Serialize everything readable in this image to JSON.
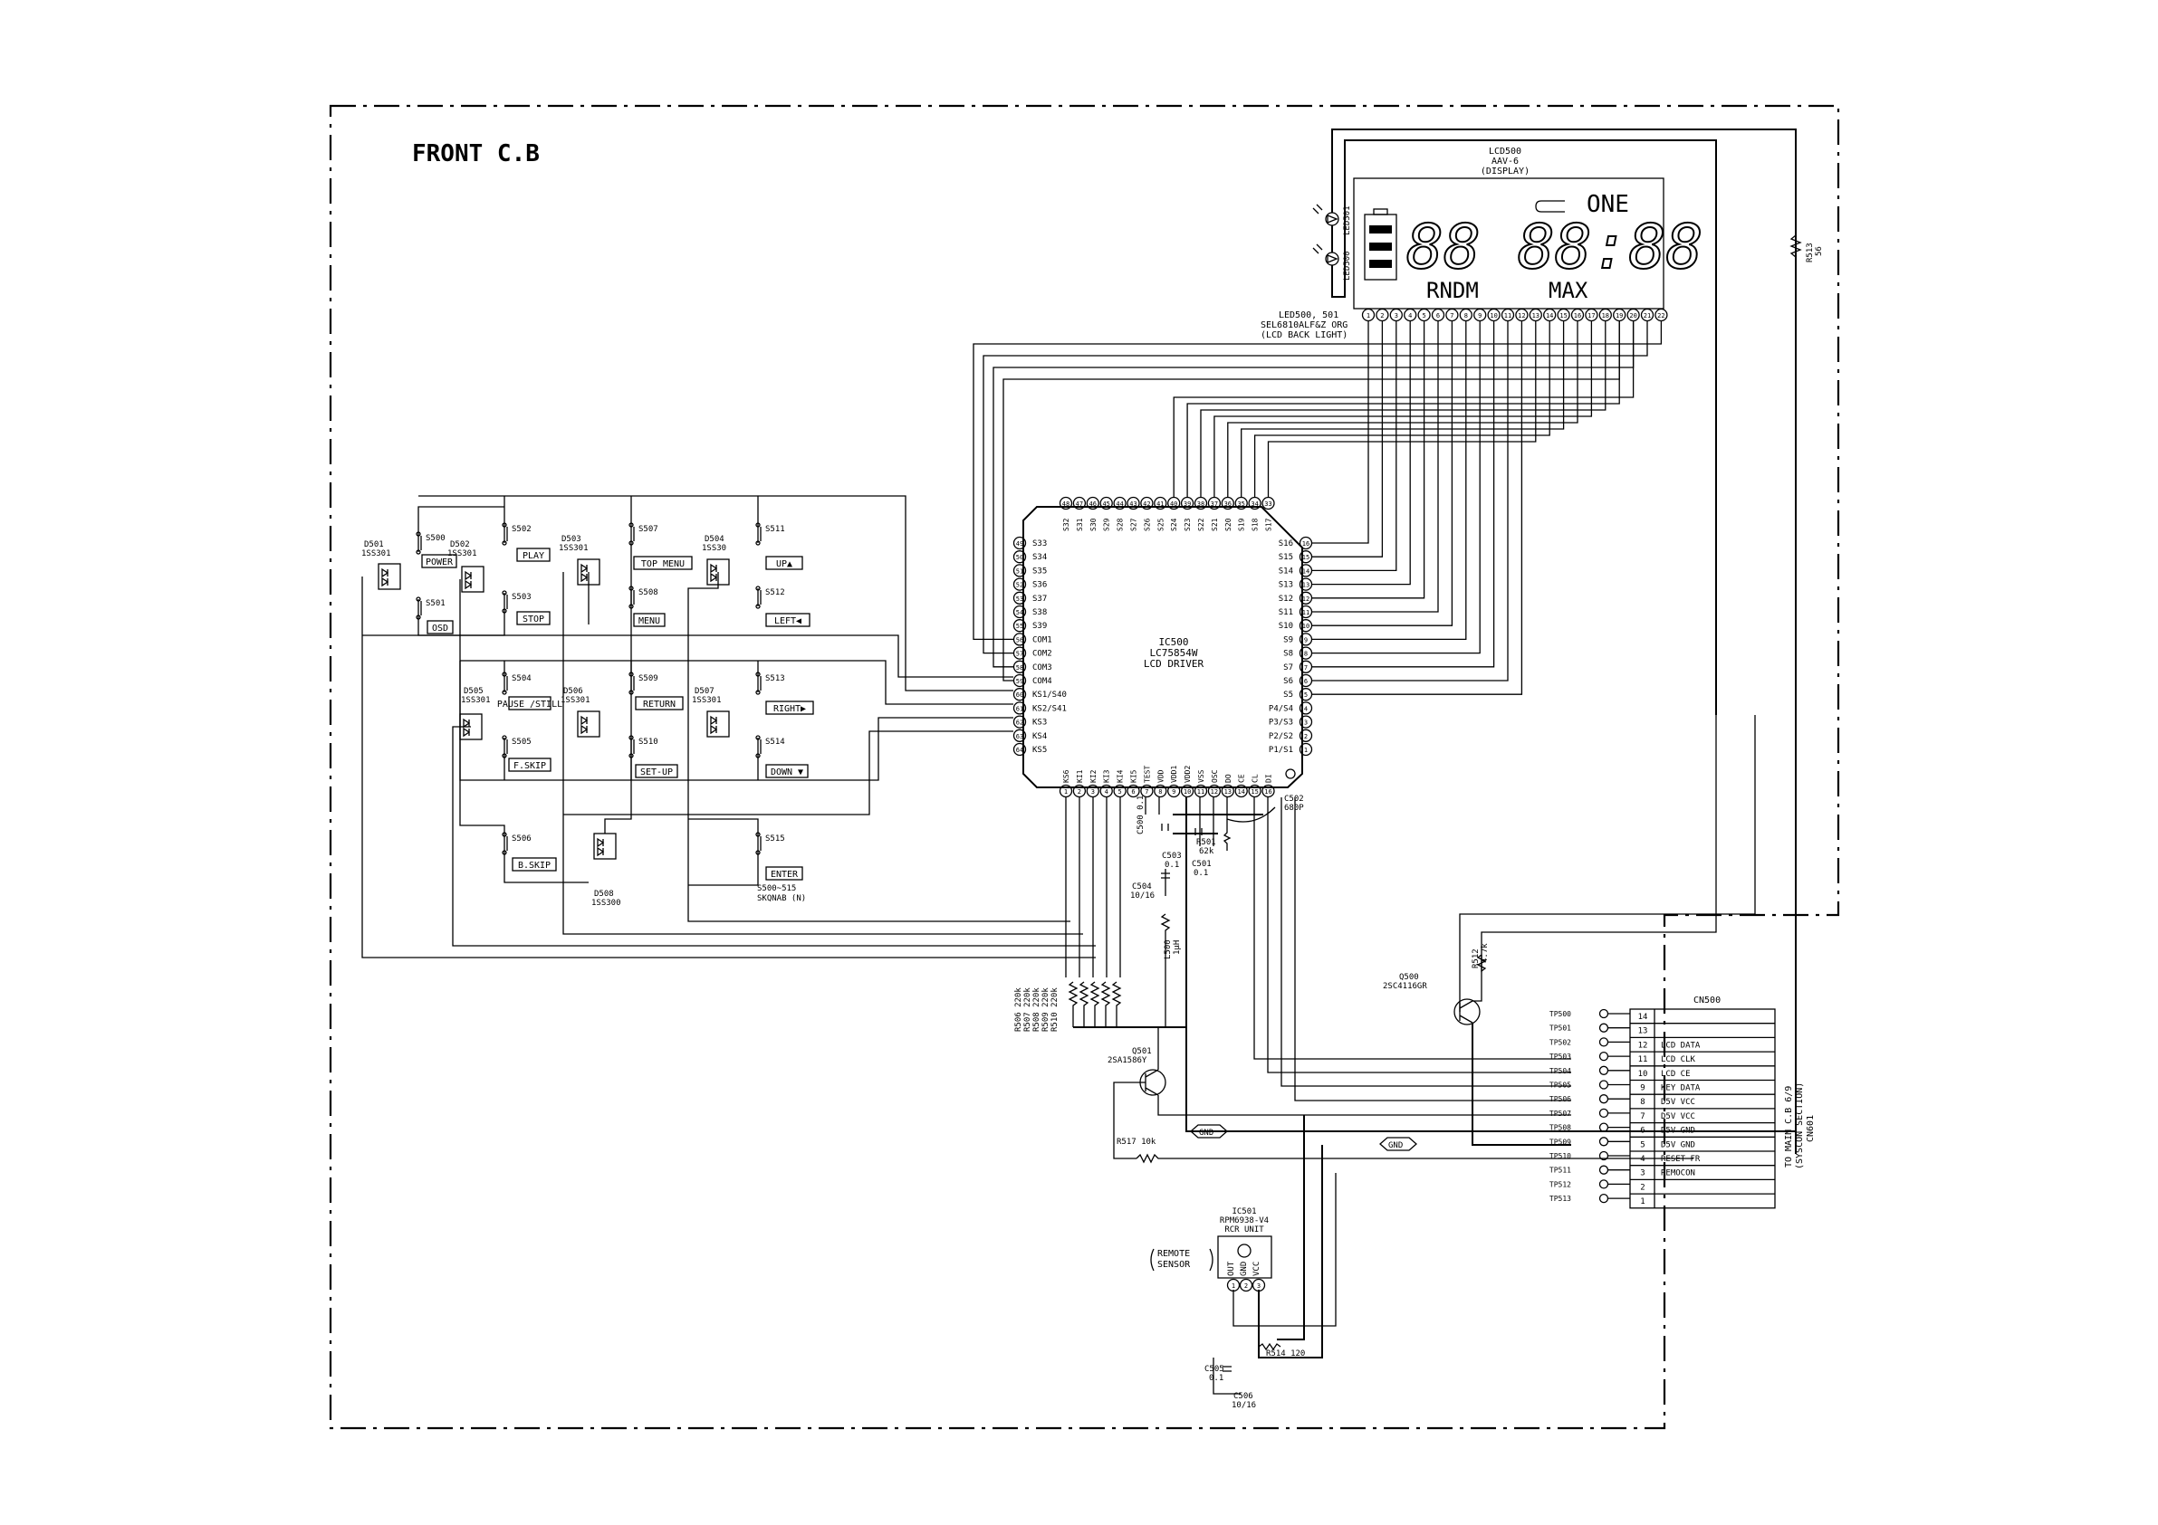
{
  "title": "FRONT C.B",
  "display": {
    "ref": "LCD500",
    "model": "AAV-6",
    "desc": "(DISPLAY)",
    "digits": "88 88:88",
    "repeat": "ONE",
    "random": "RNDM",
    "max": "MAX",
    "pins": [
      "1",
      "2",
      "3",
      "4",
      "5",
      "6",
      "7",
      "8",
      "9",
      "10",
      "11",
      "12",
      "13",
      "14",
      "15",
      "16",
      "17",
      "18",
      "19",
      "20",
      "21",
      "22"
    ]
  },
  "backlight": {
    "leds": [
      "LED501",
      "LED500"
    ],
    "line1": "LED500, 501",
    "line2": "SEL6810ALF&Z ORG",
    "line3": "(LCD BACK LIGHT)"
  },
  "ic500": {
    "ref": "IC500",
    "part": "LC75854W",
    "func": "LCD DRIVER",
    "top_pins": [
      "S32",
      "S31",
      "S30",
      "S29",
      "S28",
      "S27",
      "S26",
      "S25",
      "S24",
      "S23",
      "S22",
      "S21",
      "S20",
      "S19",
      "S18",
      "S17"
    ],
    "top_nums": [
      "48",
      "47",
      "46",
      "45",
      "44",
      "43",
      "42",
      "41",
      "40",
      "39",
      "38",
      "37",
      "36",
      "35",
      "34",
      "33"
    ],
    "left_pins": [
      "S33",
      "S34",
      "S35",
      "S36",
      "S37",
      "S38",
      "S39",
      "COM1",
      "COM2",
      "COM3",
      "COM4",
      "KS1/S40",
      "KS2/S41",
      "KS3",
      "KS4",
      "KS5"
    ],
    "left_nums": [
      "49",
      "50",
      "51",
      "52",
      "53",
      "54",
      "55",
      "56",
      "57",
      "58",
      "59",
      "60",
      "61",
      "62",
      "63",
      "64"
    ],
    "right_pins": [
      "S16",
      "S15",
      "S14",
      "S13",
      "S12",
      "S11",
      "S10",
      "S9",
      "S8",
      "S7",
      "S6",
      "S5",
      "P4/S4",
      "P3/S3",
      "P2/S2",
      "P1/S1"
    ],
    "right_nums": [
      "16",
      "15",
      "14",
      "13",
      "12",
      "11",
      "10",
      "9",
      "8",
      "7",
      "6",
      "5",
      "4",
      "3",
      "2",
      "1"
    ],
    "bottom_pins": [
      "KS6",
      "KI1",
      "KI2",
      "KI3",
      "KI4",
      "KI5",
      "TEST",
      "VDD",
      "VDD1",
      "VDD2",
      "VSS",
      "OSC",
      "DO",
      "CE",
      "CL",
      "DI"
    ],
    "bottom_nums": [
      "1",
      "2",
      "3",
      "4",
      "5",
      "6",
      "7",
      "8",
      "9",
      "10",
      "11",
      "12",
      "13",
      "14",
      "15",
      "16"
    ]
  },
  "switches": [
    {
      "ref": "S500",
      "label": "POWER"
    },
    {
      "ref": "S501",
      "label": "OSD"
    },
    {
      "ref": "S502",
      "label": "PLAY"
    },
    {
      "ref": "S503",
      "label": "STOP"
    },
    {
      "ref": "S507",
      "label": "TOP MENU"
    },
    {
      "ref": "S508",
      "label": "MENU"
    },
    {
      "ref": "S511",
      "label": "UP▲"
    },
    {
      "ref": "S512",
      "label": "LEFT◀"
    },
    {
      "ref": "S504",
      "label": "PAUSE /STILL"
    },
    {
      "ref": "S505",
      "label": "F.SKIP"
    },
    {
      "ref": "S509",
      "label": "RETURN"
    },
    {
      "ref": "S510",
      "label": "SET-UP"
    },
    {
      "ref": "S513",
      "label": "RIGHT▶"
    },
    {
      "ref": "S514",
      "label": "DOWN ▼"
    },
    {
      "ref": "S506",
      "label": "B.SKIP"
    },
    {
      "ref": "S515",
      "label": "ENTER"
    }
  ],
  "diodes": [
    {
      "ref": "D501",
      "part": "1SS301"
    },
    {
      "ref": "D502",
      "part": "1SS301"
    },
    {
      "ref": "D503",
      "part": "1SS301"
    },
    {
      "ref": "D504",
      "part": "1SS30"
    },
    {
      "ref": "D505",
      "part": "1SS301"
    },
    {
      "ref": "D506",
      "part": "1SS301"
    },
    {
      "ref": "D507",
      "part": "1SS301"
    },
    {
      "ref": "D508",
      "part": "1SS300"
    }
  ],
  "switch_note": {
    "line1": "S500~515",
    "line2": "SKQNAB (N)"
  },
  "resistors": {
    "bank": [
      "R506 220k",
      "R507 220k",
      "R508 220k",
      "R509 220k",
      "R510 220k"
    ],
    "r501": "R501",
    "r501v": "62k",
    "r512": "R512",
    "r512v": "4.7k",
    "r513": "R513",
    "r513v": "56",
    "r517": "R517 10k",
    "r514": "R514 120"
  },
  "capacitors": {
    "c500": "C500 0.1",
    "c502": "C502",
    "c502v": "680P",
    "c503": "C503",
    "c503v": "0.1",
    "c501": "C501",
    "c501v": "0.1",
    "c504": "C504",
    "c504v": "10/16",
    "c505": "C505",
    "c505v": "0.1",
    "c506": "C506",
    "c506v": "10/16"
  },
  "inductor": {
    "ref": "L500",
    "val": "1μH"
  },
  "transistors": [
    {
      "ref": "Q501",
      "part": "2SA1586Y"
    },
    {
      "ref": "Q500",
      "part": "2SC4116GR"
    }
  ],
  "gnd": "GND",
  "remote": {
    "ref": "IC501",
    "part": "RPM6938-V4",
    "desc": "RCR UNIT",
    "tag1": "REMOTE",
    "tag2": "SENSOR",
    "pins": [
      "OUT",
      "GND",
      "VCC"
    ],
    "pinnums": [
      "1",
      "2",
      "3"
    ]
  },
  "cn500": {
    "ref": "CN500",
    "rows": [
      {
        "n": "14",
        "sig": ""
      },
      {
        "n": "13",
        "sig": ""
      },
      {
        "n": "12",
        "sig": "LCD DATA"
      },
      {
        "n": "11",
        "sig": "LCD CLK"
      },
      {
        "n": "10",
        "sig": "LCD CE"
      },
      {
        "n": "9",
        "sig": "KEY DATA"
      },
      {
        "n": "8",
        "sig": "D5V VCC"
      },
      {
        "n": "7",
        "sig": "D5V VCC"
      },
      {
        "n": "6",
        "sig": "D5V GND"
      },
      {
        "n": "5",
        "sig": "D5V GND"
      },
      {
        "n": "4",
        "sig": "RESET FR"
      },
      {
        "n": "3",
        "sig": "REMOCON"
      },
      {
        "n": "2",
        "sig": ""
      },
      {
        "n": "1",
        "sig": ""
      }
    ],
    "tps": [
      "TP500",
      "TP501",
      "TP502",
      "TP503",
      "TP504",
      "TP505",
      "TP506",
      "TP507",
      "TP508",
      "TP509",
      "TP510",
      "TP511",
      "TP512",
      "TP513"
    ],
    "dest1": "TO MAIN C.B 6/9",
    "dest2": "(SYSCON SECTION)",
    "dest3": "CN601"
  }
}
